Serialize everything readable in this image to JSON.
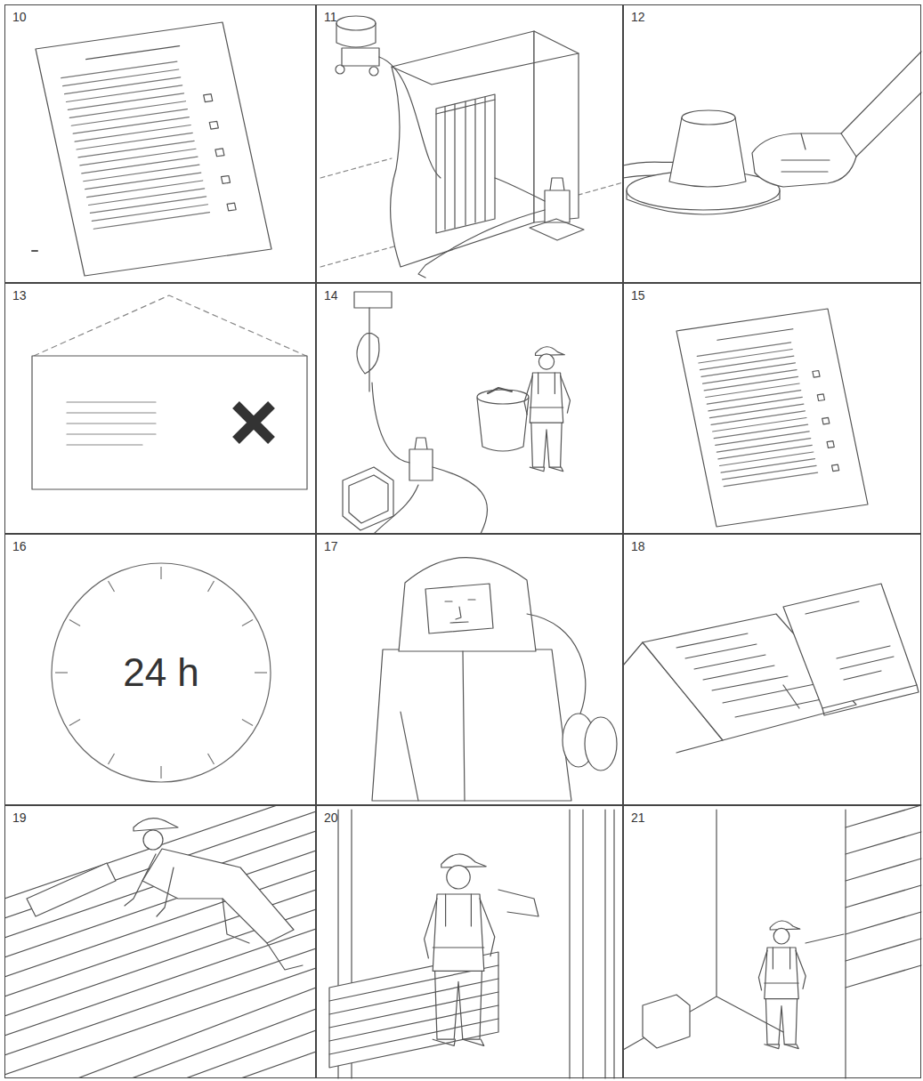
{
  "diagram": {
    "nodes": [
      {
        "text": [
          "10"
        ]
      },
      {
        "text": [
          "11"
        ]
      },
      {
        "text": [
          "12"
        ]
      },
      {
        "text": [
          "13"
        ]
      },
      {
        "text": [
          "14"
        ]
      },
      {
        "text": [
          "15"
        ]
      },
      {
        "text": [
          "16"
        ]
      },
      {
        "text": [
          "24 h"
        ],
        "in": 6
      },
      {
        "text": [
          "17"
        ]
      },
      {
        "text": [
          "18"
        ]
      },
      {
        "text": [
          "19"
        ]
      },
      {
        "text": [
          "20"
        ]
      },
      {
        "text": [
          "21"
        ]
      }
    ]
  }
}
